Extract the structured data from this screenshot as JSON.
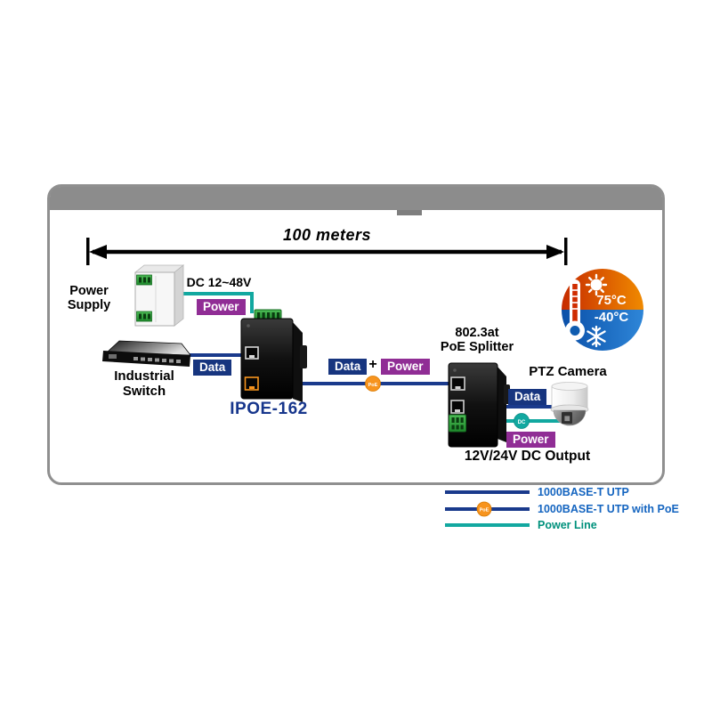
{
  "diagram": {
    "distance_label": "100 meters",
    "power_supply_label": "Power\nSupply",
    "dc_input_label": "DC 12~48V",
    "industrial_switch_label": "Industrial\nSwitch",
    "ipoe_label": "IPOE-162",
    "splitter_label": "802.3at\nPoE Splitter",
    "ptz_camera_label": "PTZ Camera",
    "dc_output_label": "12V/24V DC Output",
    "plus_sign": "+"
  },
  "badges": {
    "data": "Data",
    "power": "Power",
    "poe_dot": "PoE",
    "dc_dot": "DC"
  },
  "temperature": {
    "high": "75°C",
    "low": "-40°C"
  },
  "legend": {
    "items": [
      {
        "label": "1000BASE-T UTP"
      },
      {
        "label": "1000BASE-T UTP with PoE"
      },
      {
        "label": "Power Line"
      }
    ]
  },
  "colors": {
    "data_line": "#1a3a8c",
    "power_line": "#12a8a0",
    "badge_data_bg": "#17357f",
    "badge_power_bg": "#902d95",
    "poe_dot": "#f7941e",
    "ipoe_text": "#17368c",
    "legend_utp_text": "#1565c0",
    "legend_power_text": "#00917c",
    "frame_gray": "#8c8c8c",
    "temp_hot": "#e06000",
    "temp_cold": "#1464c8"
  }
}
